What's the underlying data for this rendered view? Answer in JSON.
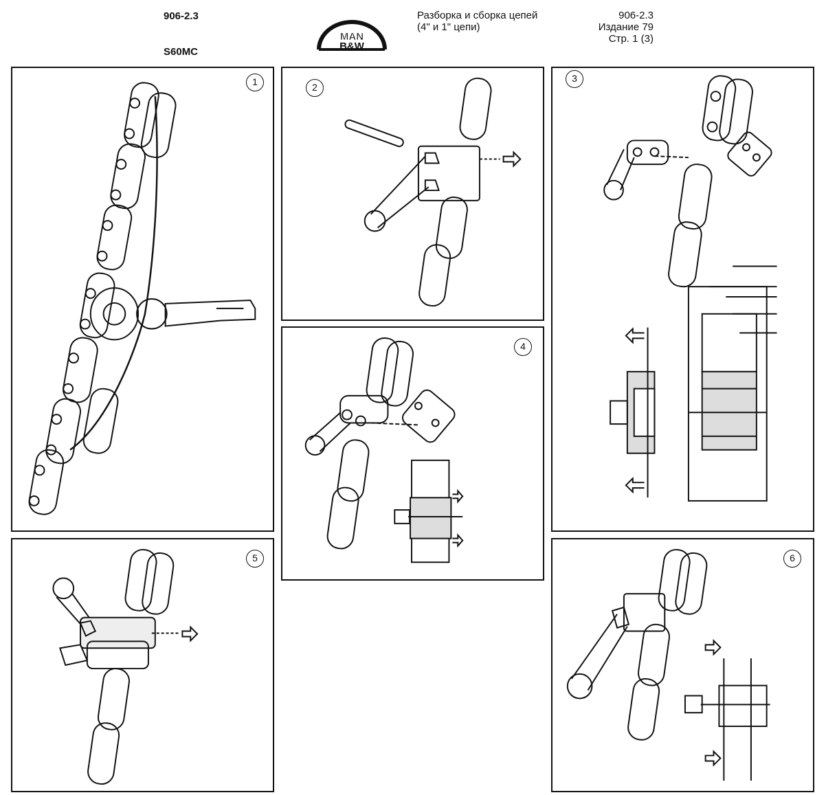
{
  "header": {
    "doc_code_left": "906-2.3",
    "engine_model": "S60MC",
    "logo_line1": "MAN",
    "logo_line2": "B&W",
    "title_line1": "Разборка и сборка цепей",
    "title_line2": "(4\" и 1\" цепи)",
    "doc_code_right": "906-2.3",
    "edition": "Издание 79",
    "page": "Стр. 1 (3)"
  },
  "panels": [
    {
      "number": "1"
    },
    {
      "number": "2"
    },
    {
      "number": "3"
    },
    {
      "number": "4"
    },
    {
      "number": "5"
    },
    {
      "number": "6"
    }
  ]
}
